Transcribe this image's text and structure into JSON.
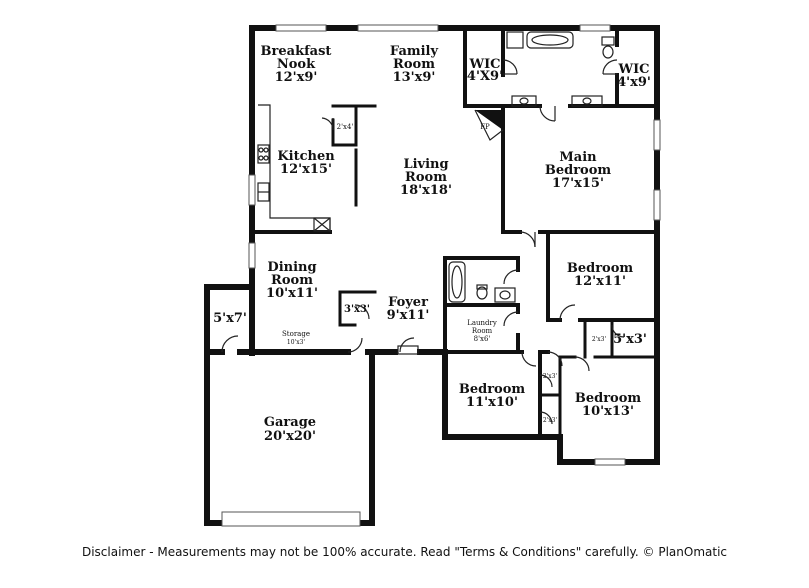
{
  "rooms": {
    "breakfast_nook": {
      "name_line1": "Breakfast",
      "name_line2": "Nook",
      "size": "12'x9'"
    },
    "family_room": {
      "name_line1": "Family",
      "name_line2": "Room",
      "size": "13'x9'"
    },
    "wic_left": {
      "name": "WIC",
      "size": "4'X9'"
    },
    "wic_right": {
      "name": "WIC",
      "size": "4'x9'"
    },
    "closet_2x4": {
      "size": "2'x4'"
    },
    "fireplace": {
      "label": "FP"
    },
    "kitchen": {
      "name": "Kitchen",
      "size": "12'x15'"
    },
    "living_room": {
      "name_line1": "Living",
      "name_line2": "Room",
      "size": "18'x18'"
    },
    "main_bedroom": {
      "name_line1": "Main",
      "name_line2": "Bedroom",
      "size": "17'x15'"
    },
    "dining_room": {
      "name_line1": "Dining",
      "name_line2": "Room",
      "size": "10'x11'"
    },
    "closet_3x3": {
      "size": "3'x3'"
    },
    "foyer": {
      "name": "Foyer",
      "size": "9'x11'"
    },
    "laundry_room": {
      "name_line1": "Laundry",
      "name_line2": "Room",
      "size": "8'x6'"
    },
    "bedroom_right": {
      "name": "Bedroom",
      "size": "12'x11'"
    },
    "closet_2x3_a": {
      "size": "2'x3'"
    },
    "closet_5x3": {
      "size": "5'x3'"
    },
    "closet_5x7": {
      "size": "5'x7'"
    },
    "storage": {
      "name": "Storage",
      "size": "10'x3'"
    },
    "bedroom_middle": {
      "name": "Bedroom",
      "size": "11'x10'"
    },
    "closet_2x3_b": {
      "size": "2'x3'"
    },
    "closet_2x3_c": {
      "size": "2'x3'"
    },
    "bedroom_bottom": {
      "name": "Bedroom",
      "size": "10'x13'"
    },
    "garage": {
      "name": "Garage",
      "size": "20'x20'"
    }
  },
  "footer": {
    "disclaimer": "Disclaimer - Measurements may not be 100% accurate. Read \"Terms & Conditions\" carefully. © PlanOmatic"
  }
}
